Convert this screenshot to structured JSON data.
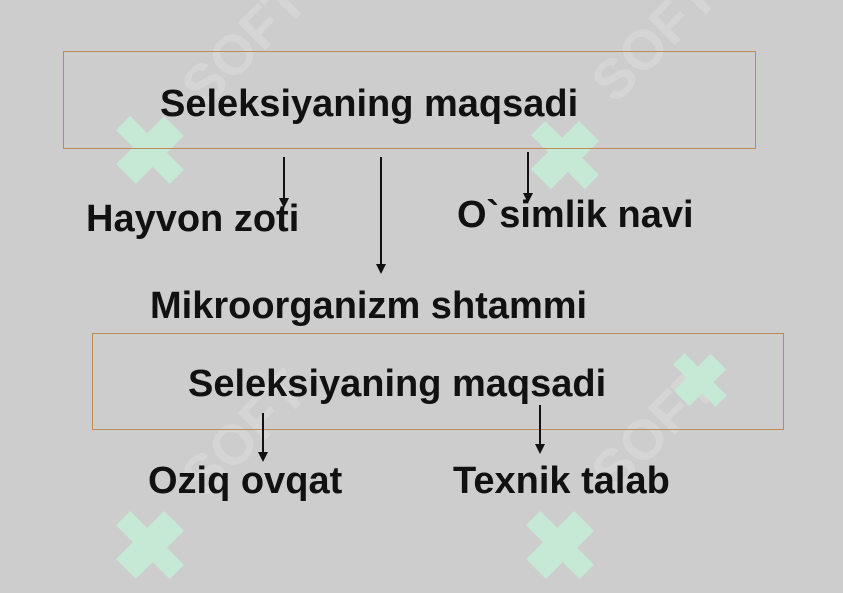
{
  "diagram": {
    "top_box": {
      "title": "Seleksiyaning maqsadi"
    },
    "top_children": {
      "left": "Hayvon zoti",
      "right": "O`simlik navi",
      "bottom": "Mikroorganizm shtammi"
    },
    "bottom_box": {
      "title": "Seleksiyaning maqsadi"
    },
    "bottom_children": {
      "left": "Oziq ovqat",
      "right": "Texnik talab"
    }
  },
  "watermark": {
    "text": "SOFT"
  },
  "colors": {
    "background": "#cdcdcd",
    "box_border": "#c08a55",
    "text": "#111111",
    "arrow": "#111111",
    "watermark": "#c6ecd6"
  }
}
